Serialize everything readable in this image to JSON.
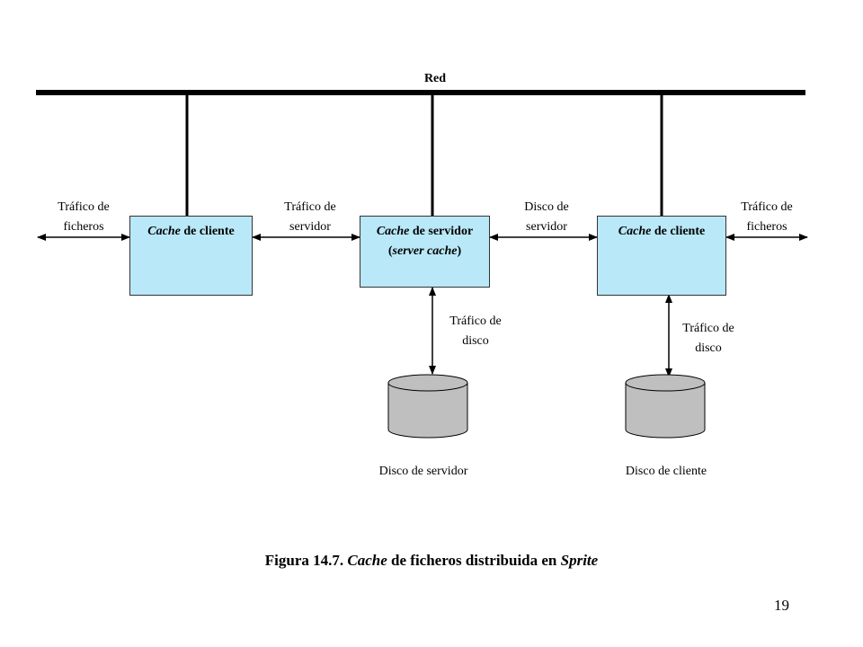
{
  "network_label": "Red",
  "labels": {
    "left_traffic_top": "Tráfico de",
    "left_traffic_bottom": "ficheros",
    "server_traffic_top": "Tráfico de",
    "server_traffic_bottom": "servidor",
    "server_disk_top": "Disco de",
    "server_disk_bottom": "servidor",
    "right_traffic_top": "Tráfico de",
    "right_traffic_bottom": "ficheros",
    "disk_traffic_server_top": "Tráfico de",
    "disk_traffic_server_bottom": "disco",
    "disk_traffic_client_top": "Tráfico de",
    "disk_traffic_client_bottom": "disco"
  },
  "boxes": {
    "client_left": {
      "italic": "Cache",
      "rest": " de cliente"
    },
    "server": {
      "italic": "Cache",
      "rest": " de servidor",
      "line2_open": "(",
      "line2_italic": "server cache",
      "line2_close": ")"
    },
    "client_right": {
      "italic": "Cache",
      "rest": " de cliente"
    }
  },
  "disks": {
    "server": "Disco de servidor",
    "client": "Disco de cliente"
  },
  "caption": {
    "prefix": "Figura 14.7. ",
    "italic1": "Cache",
    "middle": " de ficheros distribuida en ",
    "italic2": "Sprite"
  },
  "page_number": "19",
  "colors": {
    "box_fill": "#b9e8f8",
    "disk_fill": "#bfbfbf",
    "line": "#000000"
  }
}
